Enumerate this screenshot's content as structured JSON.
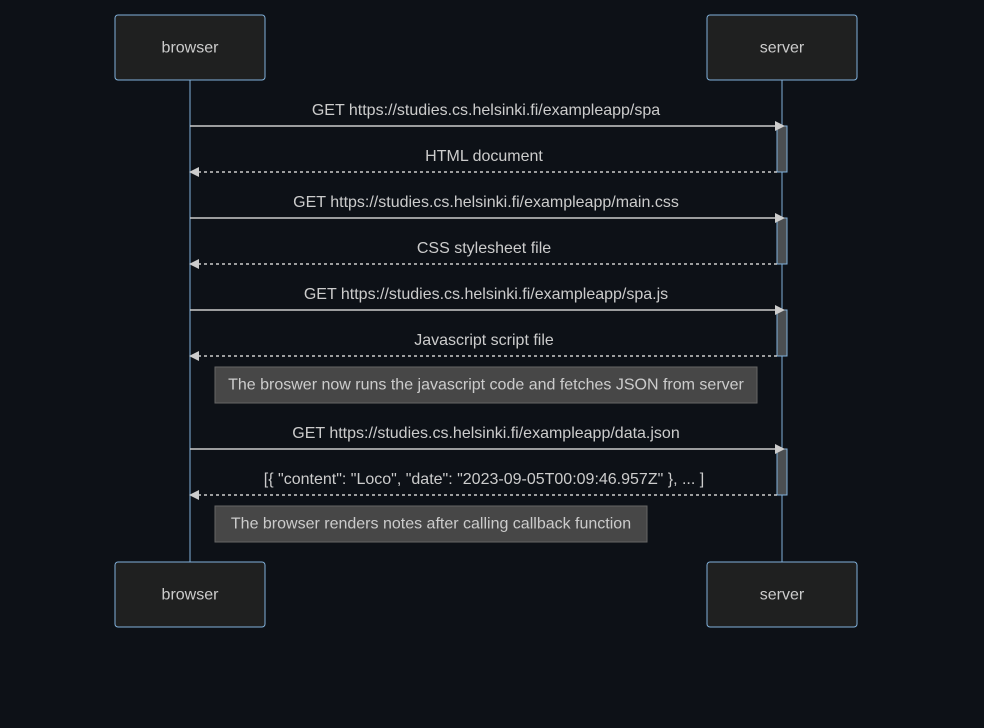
{
  "participants": [
    {
      "id": "browser",
      "label": "browser"
    },
    {
      "id": "server",
      "label": "server"
    }
  ],
  "messages": [
    {
      "from": "browser",
      "to": "server",
      "kind": "request",
      "text": "GET https://studies.cs.helsinki.fi/exampleapp/spa"
    },
    {
      "from": "server",
      "to": "browser",
      "kind": "response",
      "text": "HTML document"
    },
    {
      "from": "browser",
      "to": "server",
      "kind": "request",
      "text": "GET https://studies.cs.helsinki.fi/exampleapp/main.css"
    },
    {
      "from": "server",
      "to": "browser",
      "kind": "response",
      "text": "CSS stylesheet file"
    },
    {
      "from": "browser",
      "to": "server",
      "kind": "request",
      "text": "GET https://studies.cs.helsinki.fi/exampleapp/spa.js"
    },
    {
      "from": "server",
      "to": "browser",
      "kind": "response",
      "text": "Javascript script file"
    },
    {
      "from": "browser",
      "to": "server",
      "kind": "request",
      "text": "GET https://studies.cs.helsinki.fi/exampleapp/data.json"
    },
    {
      "from": "server",
      "to": "browser",
      "kind": "response",
      "text": "[{ \"content\": \"Loco\", \"date\": \"2023-09-05T00:09:46.957Z\" }, ... ]"
    }
  ],
  "notes": [
    {
      "text": "The broswer now runs the javascript code and fetches JSON from server"
    },
    {
      "text": "The browser renders notes after calling callback function"
    }
  ],
  "colors": {
    "background": "#0d1117",
    "actor_fill": "#1f2020",
    "actor_border": "#81b1db",
    "lifeline": "#81b1db",
    "activation_fill": "#4b4f52",
    "message": "#cccccc",
    "note_fill": "#474747",
    "note_border": "#666666",
    "text": "#cccccc"
  }
}
